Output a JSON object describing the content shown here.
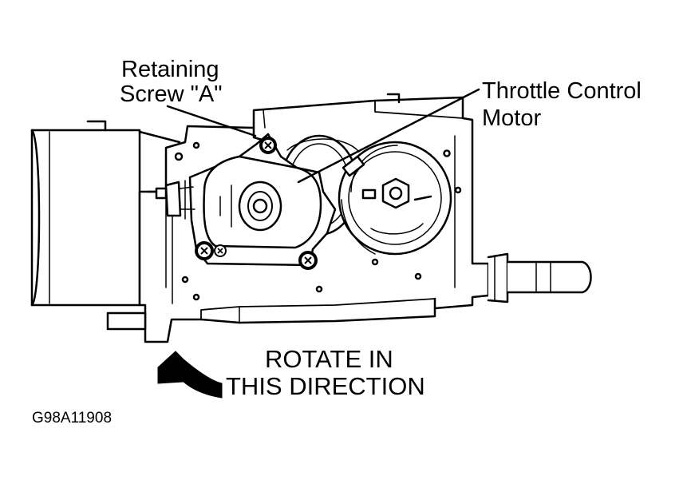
{
  "labels": {
    "retaining_screw": [
      "Retaining",
      "Screw \"A\""
    ],
    "throttle_motor": [
      "Throttle Control",
      "Motor"
    ],
    "rotate": [
      "ROTATE IN",
      "THIS DIRECTION"
    ],
    "figure_code": "G98A11908"
  },
  "colors": {
    "ink": "#000000",
    "paper": "#ffffff"
  },
  "icons": [
    "screw-x-icon",
    "curved-arrow-icon"
  ]
}
